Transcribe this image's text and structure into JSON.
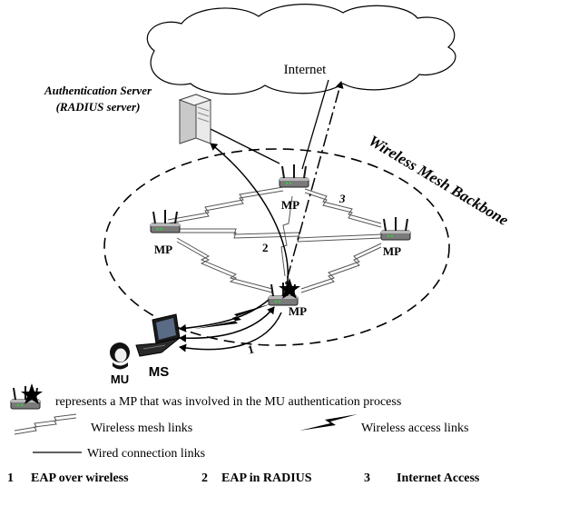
{
  "diagram": {
    "cloud_label": "Internet",
    "server_label_line1": "Authentication Server",
    "server_label_line2": "(RADIUS server)",
    "backbone_label": "Wireless Mesh Backbone",
    "mesh_points": {
      "top": "MP",
      "left": "MP",
      "right": "MP",
      "bottom": "MP"
    },
    "station_label": "MS",
    "user_label": "MU",
    "step_labels": {
      "one": "1",
      "two": "2",
      "three": "3"
    }
  },
  "legend": {
    "star_mp": "represents a MP that was involved in the MU authentication process",
    "mesh_links": "Wireless mesh links",
    "access_links": "Wireless access links",
    "wired_links": "Wired connection links"
  },
  "steps": [
    {
      "num": "1",
      "label": "EAP over wireless"
    },
    {
      "num": "2",
      "label": "EAP in RADIUS"
    },
    {
      "num": "3",
      "label": "Internet Access"
    }
  ],
  "icons": [
    "cloud-icon",
    "server-icon",
    "router-icon",
    "star-icon",
    "laptop-icon",
    "user-icon",
    "lightning-icon"
  ]
}
